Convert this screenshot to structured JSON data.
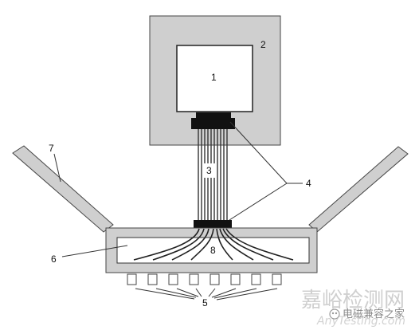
{
  "labels": {
    "l1": "1",
    "l2": "2",
    "l3": "3",
    "l4": "4",
    "l5": "5",
    "l6": "6",
    "l7": "7",
    "l8": "8"
  },
  "watermark": {
    "chinese": "嘉峪检测网",
    "english": "AnyTesting.com",
    "wechat_account": "电磁兼容之家"
  },
  "colors": {
    "outer_box_fill": "#cfcfcf",
    "connector": "#111111",
    "line": "#222222"
  }
}
